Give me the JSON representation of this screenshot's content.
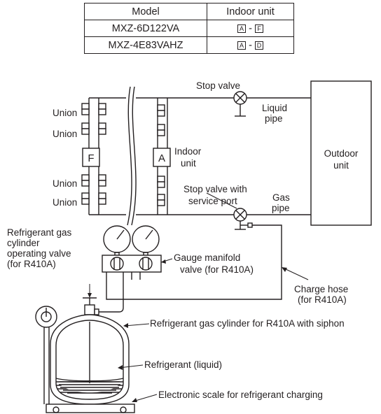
{
  "table": {
    "headers": [
      "Model",
      "Indoor unit"
    ],
    "rows": [
      {
        "model": "MXZ-6D122VA",
        "from": "A",
        "sep": " - ",
        "to": "F"
      },
      {
        "model": "MXZ-4E83VAHZ",
        "from": "A",
        "sep": " - ",
        "to": "D"
      }
    ]
  },
  "diagram": {
    "union_labels": [
      "Union",
      "Union",
      "Union",
      "Union"
    ],
    "unit_f": "F",
    "unit_a": "A",
    "indoor_unit": [
      "Indoor",
      "unit"
    ],
    "stop_valve": "Stop valve",
    "liquid_pipe": [
      "Liquid",
      "pipe"
    ],
    "outdoor_unit": [
      "Outdoor",
      "unit"
    ],
    "stop_valve_service": [
      "Stop valve with",
      "service port"
    ],
    "gas_pipe": [
      "Gas",
      "pipe"
    ],
    "cylinder_valve": [
      "Refrigerant gas",
      "cylinder",
      "operating valve",
      "(for R410A)"
    ],
    "gauge_manifold": [
      "Gauge manifold",
      "valve (for R410A)"
    ],
    "charge_hose": [
      "Charge hose",
      "(for R410A)"
    ],
    "cylinder_siphon": "Refrigerant gas cylinder for R410A with siphon",
    "refrigerant_liquid": "Refrigerant (liquid)",
    "electronic_scale": "Electronic scale for refrigerant charging"
  }
}
